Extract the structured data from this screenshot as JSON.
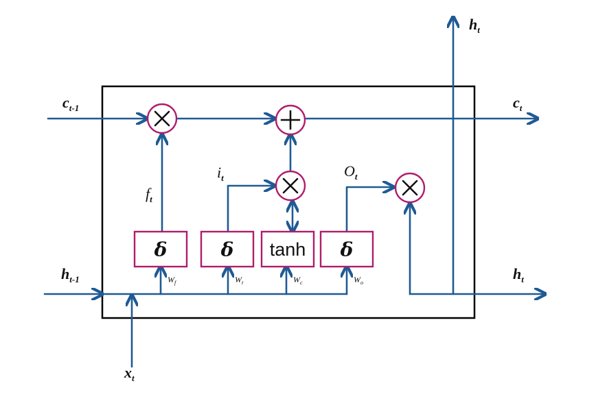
{
  "diagram": {
    "gates": {
      "forget": "δ",
      "input": "δ",
      "candidate": "tanh",
      "output": "δ"
    },
    "operators": {
      "forget_multiply": "×",
      "cell_add": "+",
      "input_multiply": "×",
      "output_multiply": "×"
    },
    "labels": {
      "c_prev": {
        "main": "c",
        "sub": "t-1"
      },
      "c_next": {
        "main": "c",
        "sub": "t"
      },
      "h_prev": {
        "main": "h",
        "sub": "t-1"
      },
      "h_out_right": {
        "main": "h",
        "sub": "t"
      },
      "h_out_top": {
        "main": "h",
        "sub": "t"
      },
      "x_input": {
        "main": "x",
        "sub": "t"
      },
      "forget_signal": {
        "main": "f",
        "sub": "t"
      },
      "input_signal": {
        "main": "i",
        "sub": "t"
      },
      "output_signal": {
        "main": "O",
        "sub": "t"
      },
      "weight_forget": {
        "main": "W",
        "sub": "f"
      },
      "weight_input": {
        "main": "W",
        "sub": "t"
      },
      "weight_candidate": {
        "main": "W",
        "sub": "c"
      },
      "weight_output": {
        "main": "W",
        "sub": "o"
      }
    },
    "colors": {
      "flow": "#1f5a94",
      "gate_border": "#b01c6b",
      "cell_border": "#000000"
    }
  }
}
